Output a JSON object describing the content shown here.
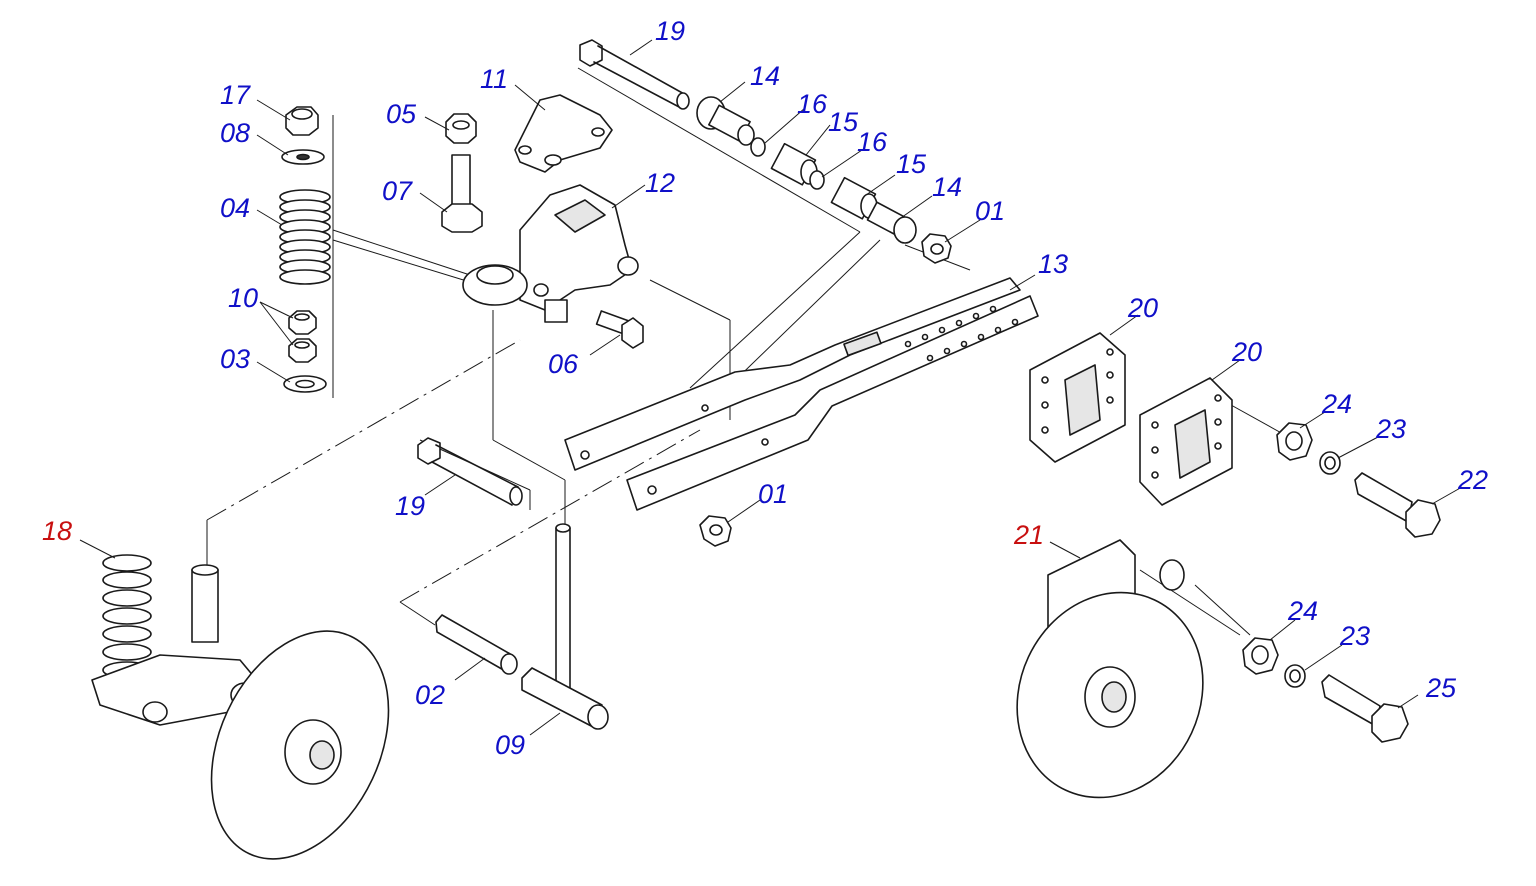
{
  "colors": {
    "standard_callout": "#1010c8",
    "special_callout": "#c81010",
    "line": "#1a1a1a"
  },
  "callouts": {
    "p17": "17",
    "p08": "08",
    "p04": "04",
    "p10": "10",
    "p03": "03",
    "p05": "05",
    "p07": "07",
    "p11": "11",
    "p12": "12",
    "p06": "06",
    "p19_top": "19",
    "p14_a": "14",
    "p16_a": "16",
    "p15_a": "15",
    "p16_b": "16",
    "p15_b": "15",
    "p14_b": "14",
    "p01_top": "01",
    "p13": "13",
    "p20_a": "20",
    "p20_b": "20",
    "p24_a": "24",
    "p23_a": "23",
    "p22": "22",
    "p19_low": "19",
    "p01_low": "01",
    "p18": "18",
    "p02": "02",
    "p09": "09",
    "p21": "21",
    "p24_b": "24",
    "p23_b": "23",
    "p25": "25"
  }
}
